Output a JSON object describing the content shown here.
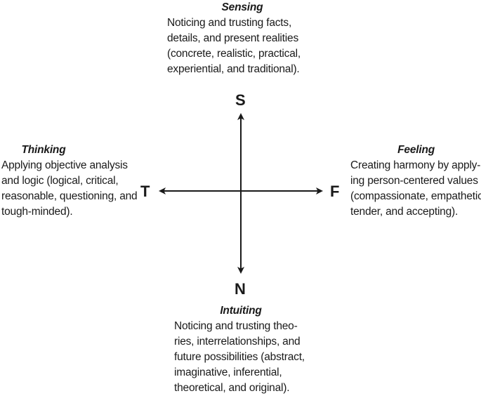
{
  "sensing": {
    "letter": "S",
    "title": "Sensing",
    "lines": [
      "Noticing and trusting facts,",
      "details, and present realities",
      "(concrete, realistic, practical,",
      "experiential, and traditional)."
    ]
  },
  "thinking": {
    "letter": "T",
    "title": "Thinking",
    "lines": [
      "Applying objective analysis",
      "and logic (logical, critical,",
      "reasonable, questioning, and",
      "tough-minded)."
    ]
  },
  "feeling": {
    "letter": "F",
    "title": "Feeling",
    "lines": [
      "Creating harmony by apply-",
      "ing person-centered values",
      "(compassionate, empathetic,",
      "tender, and accepting)."
    ]
  },
  "intuiting": {
    "letter": "N",
    "title": "Intuiting",
    "lines": [
      "Noticing and trusting theo-",
      "ries, interrelationships, and",
      "future possibilities (abstract,",
      "imaginative, inferential,",
      "theoretical, and original)."
    ]
  },
  "colors": {
    "text": "#1a1a1a",
    "arrow": "#1a1a1a",
    "background": "#ffffff"
  }
}
